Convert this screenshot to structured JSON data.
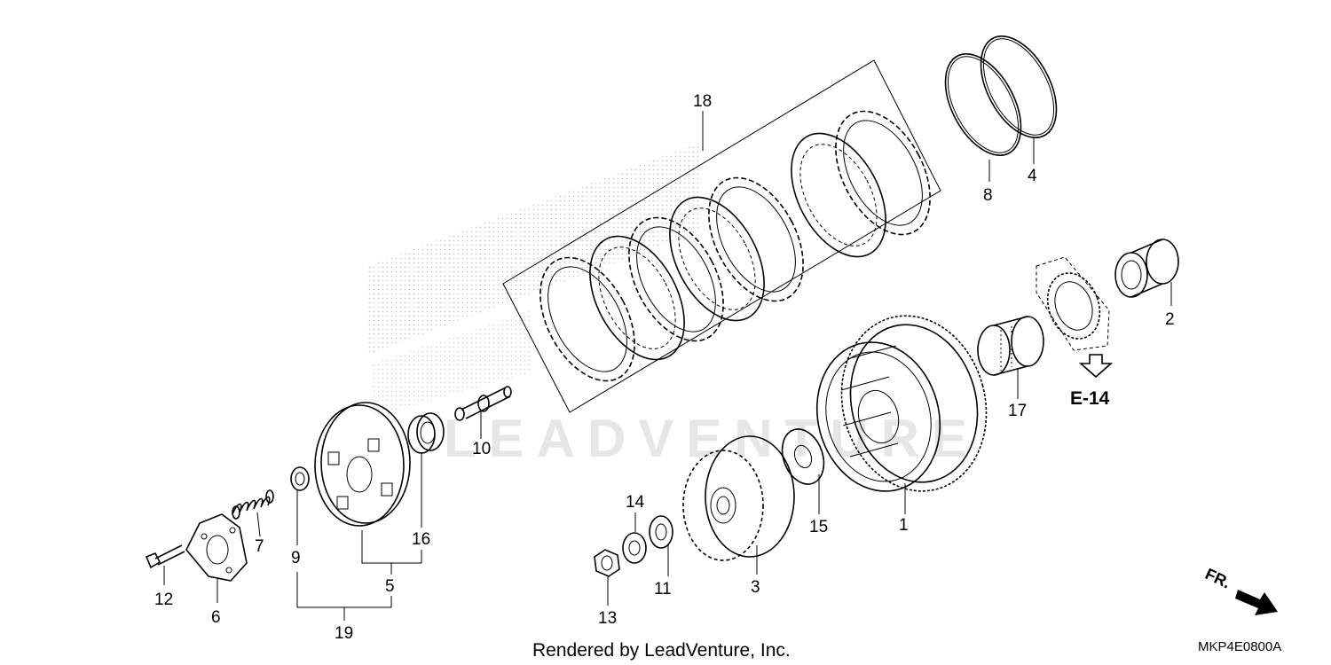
{
  "watermark": "LEADVENTURE",
  "callouts": {
    "p1": "1",
    "p2": "2",
    "p3": "3",
    "p4": "4",
    "p5": "5",
    "p6": "6",
    "p7": "7",
    "p8": "8",
    "p9": "9",
    "p10": "10",
    "p11": "11",
    "p12": "12",
    "p13": "13",
    "p14": "14",
    "p15": "15",
    "p16": "16",
    "p17": "17",
    "p18": "18",
    "p19": "19"
  },
  "reference": "E-14",
  "direction": "FR.",
  "credit": "Rendered by LeadVenture, Inc.",
  "diagram_code": "MKP4E0800A"
}
